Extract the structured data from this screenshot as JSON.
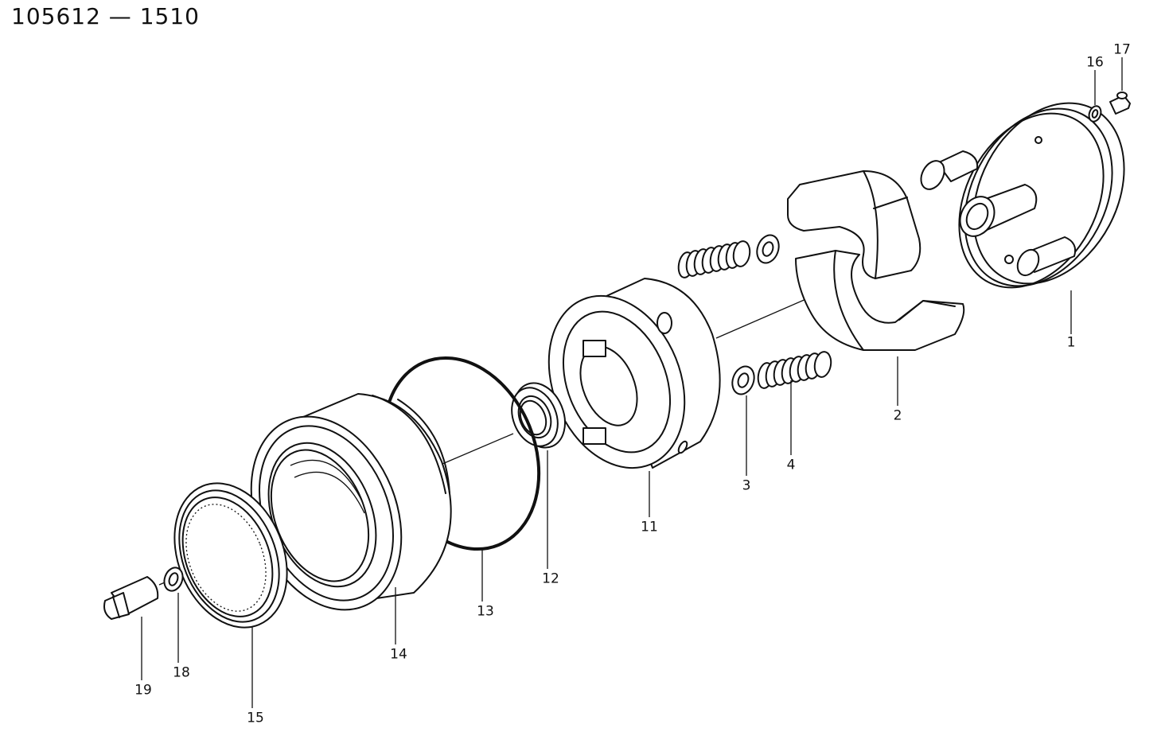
{
  "diagram": {
    "title": "105612 — 1510",
    "labels": {
      "p1": "1",
      "p2": "2",
      "p3": "3",
      "p4": "4",
      "p11": "11",
      "p12": "12",
      "p13": "13",
      "p14": "14",
      "p15": "15",
      "p16": "16",
      "p17": "17",
      "p18": "18",
      "p19": "19"
    }
  }
}
